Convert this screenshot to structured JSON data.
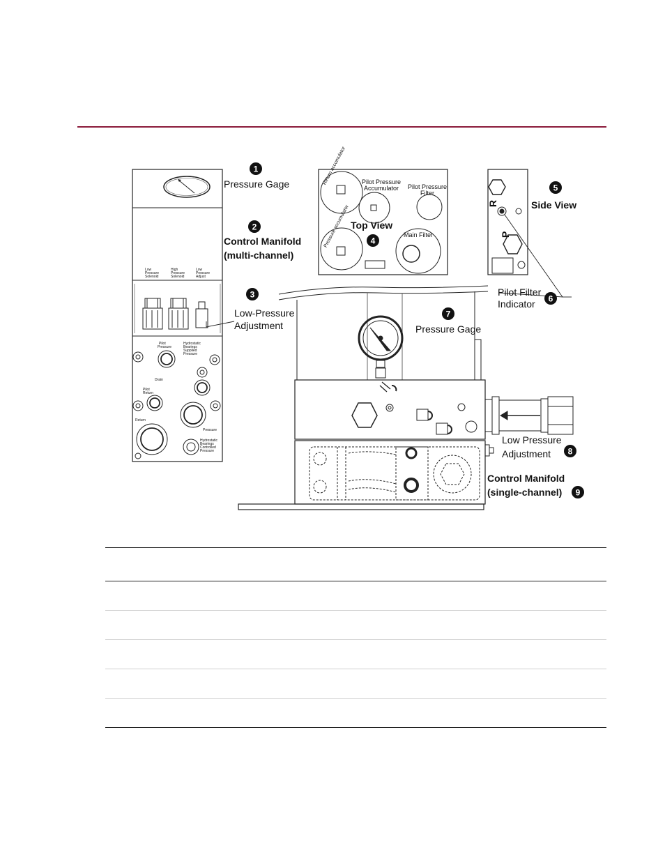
{
  "page": {
    "accent_color": "#8b1a3a"
  },
  "labels": {
    "pressure_gage": "Pressure Gage",
    "control_manifold_multi_1": "Control Manifold",
    "control_manifold_multi_2": "(multi-channel)",
    "low_pressure_adjustment_1": "Low-Pressure",
    "low_pressure_adjustment_2": "Adjustment",
    "top_view": "Top View",
    "side_view": "Side View",
    "pilot_filter_indicator_1": "Pilot Filter",
    "pilot_filter_indicator_2": "Indicator",
    "pressure_gage_7": "Pressure Gage",
    "low_pressure_adj_8_1": "Low Pressure",
    "low_pressure_adj_8_2": "Adjustment",
    "control_manifold_single_1": "Control Manifold",
    "control_manifold_single_2": "(single-channel)"
  },
  "callouts": [
    "1",
    "2",
    "3",
    "4",
    "5",
    "6",
    "7",
    "8",
    "9"
  ],
  "top_view": {
    "return_accumulator": "Return accumulator",
    "pilot_pressure_accumulator_1": "Pilot Pressure",
    "pilot_pressure_accumulator_2": "Accumulator",
    "pilot_pressure_filter_1": "Pilot Pressure",
    "pilot_pressure_filter_2": "Filter",
    "pressure_accumulator": "Pressure accumulator",
    "main_filter": "Main Filter"
  },
  "side_view": {
    "port_r": "R",
    "port_p": "P"
  },
  "manifold_multi": {
    "solenoid_labels": [
      [
        "Low",
        "Pressure",
        "Solenoid"
      ],
      [
        "High",
        "Pressure",
        "Solenoid"
      ],
      [
        "Low",
        "Pressure",
        "Adjust"
      ]
    ],
    "ports": {
      "pilot_pressure_1": "Pilot",
      "pilot_pressure_2": "Pressure",
      "hydrostatic_supplied_1": "Hydrostatic",
      "hydrostatic_supplied_2": "Bearings",
      "hydrostatic_supplied_3": "Supplied",
      "hydrostatic_supplied_4": "Pressure",
      "drain": "Drain",
      "pilot_return_1": "Pilot",
      "pilot_return_2": "Return",
      "return": "Return",
      "pressure": "Pressure",
      "hydrostatic_controlled_1": "Hydrostatic",
      "hydrostatic_controlled_2": "Bearings",
      "hydrostatic_controlled_3": "Controlled",
      "hydrostatic_controlled_4": "Pressure"
    }
  },
  "legend_table": {
    "rows": 5
  }
}
